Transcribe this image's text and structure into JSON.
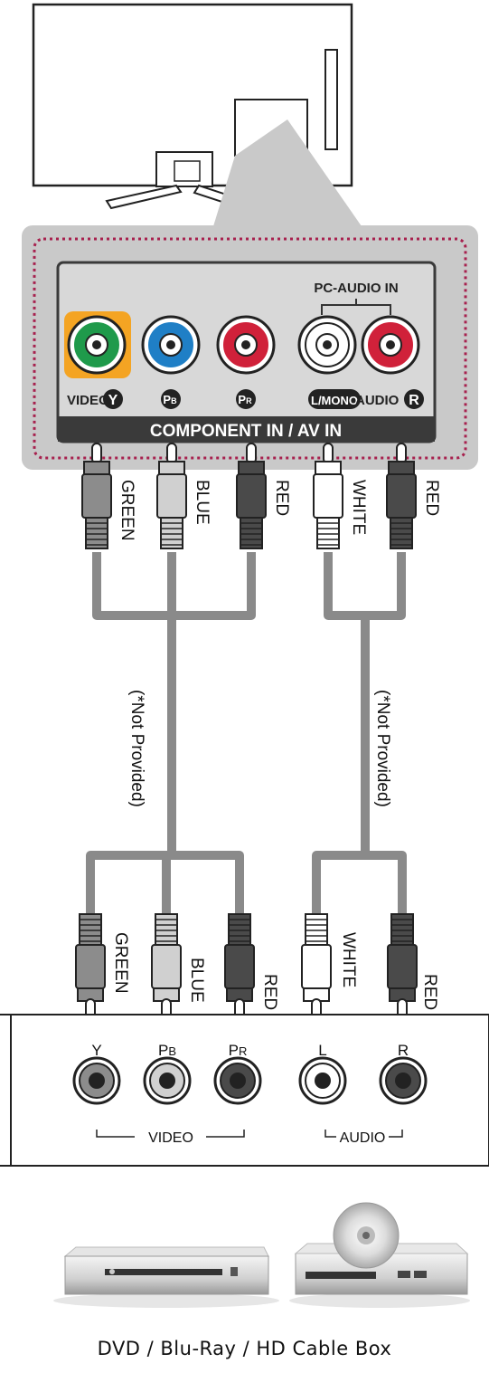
{
  "panel": {
    "pc_audio_label": "PC-AUDIO IN",
    "banner": "COMPONENT IN / AV IN",
    "port_labels": [
      {
        "text": "VIDEO/",
        "badge": "Y"
      },
      {
        "text": "",
        "badge": "PB"
      },
      {
        "text": "",
        "badge": "PR"
      },
      {
        "text": "",
        "badge": "L/MONO"
      },
      {
        "text": "AUDIO",
        "badge": "R"
      }
    ],
    "jack_colors": [
      "#1f9a4b",
      "#1f7fc6",
      "#d0213a",
      "#ffffff",
      "#d0213a"
    ],
    "highlight_color": "#f4a423",
    "dotted_border_color": "#a7214e"
  },
  "cables": {
    "top_colors": [
      "GREEN",
      "BLUE",
      "RED",
      "WHITE",
      "RED"
    ],
    "bottom_colors": [
      "GREEN",
      "BLUE",
      "RED",
      "WHITE",
      "RED"
    ],
    "note_left": "(*Not Provided)",
    "note_right": "(*Not Provided)"
  },
  "device": {
    "ports": [
      "Y",
      "PB",
      "PR",
      "L",
      "R"
    ],
    "video_group": "VIDEO",
    "audio_group": "AUDIO"
  },
  "caption": "DVD / Blu-Ray / HD Cable Box"
}
